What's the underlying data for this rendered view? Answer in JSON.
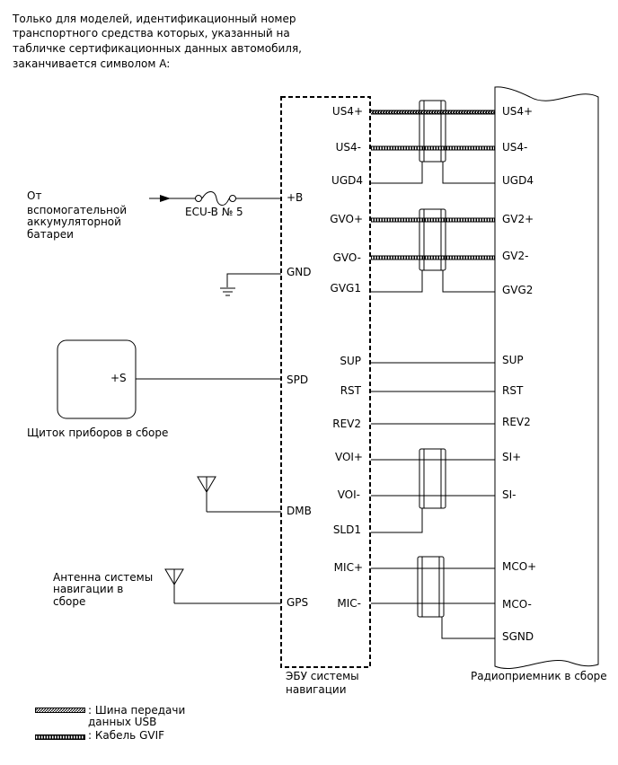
{
  "note_lines": [
    "Только для моделей, идентификационный номер",
    "транспортного средства которых, указанный на",
    "табличке сертификационных данных автомобиля,",
    "заканчивается символом A:"
  ],
  "ecu": {
    "caption_lines": [
      "ЭБУ системы",
      "навигации"
    ],
    "pins": {
      "us4p": "US4+",
      "us4m": "US4-",
      "ugd4": "UGD4",
      "gvop": "GVO+",
      "gvom": "GVO-",
      "gvg1": "GVG1",
      "b": "+B",
      "gnd": "GND",
      "spd": "SPD",
      "dmb": "DMB",
      "gps": "GPS",
      "sup": "SUP",
      "rst": "RST",
      "rev2": "REV2",
      "voip": "VOI+",
      "voim": "VOI-",
      "sld1": "SLD1",
      "micp": "MIC+",
      "micm": "MIC-"
    }
  },
  "radio": {
    "caption": "Радиоприемник в сборе",
    "pins": {
      "us4p": "US4+",
      "us4m": "US4-",
      "ugd4": "UGD4",
      "gv2p": "GV2+",
      "gv2m": "GV2-",
      "gvg2": "GVG2",
      "sup": "SUP",
      "rst": "RST",
      "rev2": "REV2",
      "sip": "SI+",
      "sim": "SI-",
      "mcop": "MCO+",
      "mcom": "MCO-",
      "sgnd": "SGND"
    }
  },
  "battery_lines": [
    "От",
    "вспомогательной",
    "аккумуляторной",
    "батареи"
  ],
  "fuse": "ECU-B № 5",
  "meter": {
    "pin": "+S",
    "caption": "Щиток приборов в сборе"
  },
  "gps_antenna_lines": [
    "Антенна системы",
    "навигации в",
    "сборе"
  ],
  "legend": {
    "usb_lines": [
      ": Шина передачи",
      "данных USB"
    ],
    "gvif": ": Кабель GVIF"
  },
  "colors": {
    "line": "#000000",
    "background": "#ffffff"
  }
}
